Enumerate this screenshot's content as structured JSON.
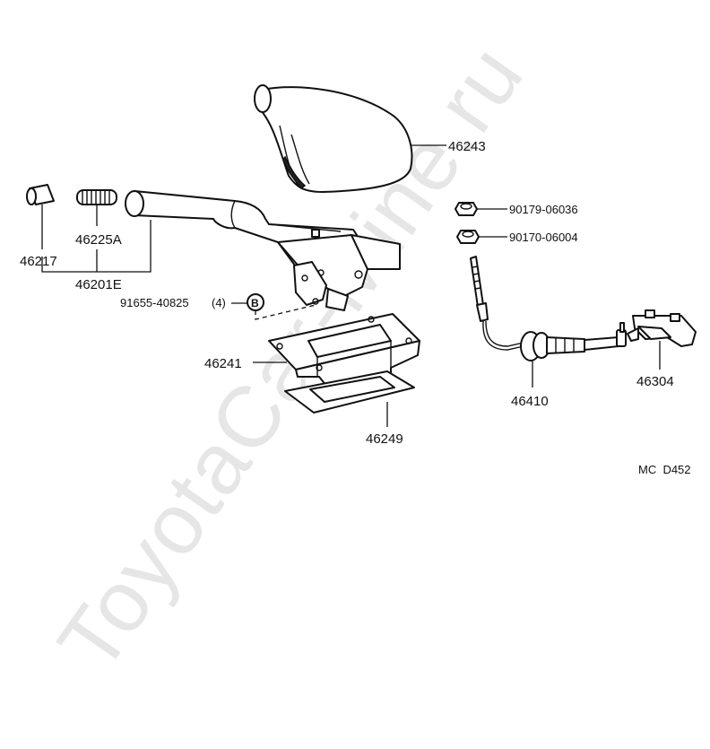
{
  "watermark": "ToyotaCar-Mine.ru",
  "drawing_code": "MC  D452",
  "parts": {
    "boot": "46243",
    "nut_1": "90179-06036",
    "nut_2": "90170-06004",
    "cap": "46217",
    "spring": "46225A",
    "lever_assy": "46201E",
    "bolt": "91655-40825",
    "bolt_qty": "(4)",
    "bolt_callout": "B",
    "bracket": "46241",
    "plate": "46249",
    "cable": "46410",
    "bracket_rear": "46304"
  },
  "colors": {
    "ink": "#111111",
    "background": "#ffffff",
    "watermark": "#e6e6e6"
  }
}
